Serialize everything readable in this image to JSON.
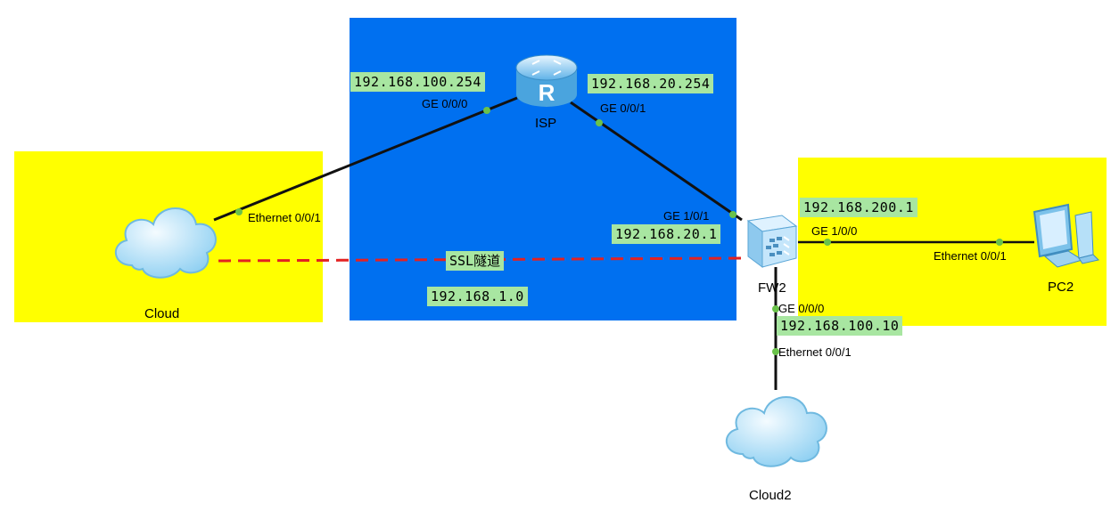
{
  "devices": {
    "isp": {
      "name": "ISP",
      "icon": "router-icon"
    },
    "fw2": {
      "name": "FW2",
      "icon": "firewall-icon"
    },
    "cloud": {
      "name": "Cloud",
      "icon": "cloud-icon"
    },
    "cloud2": {
      "name": "Cloud2",
      "icon": "cloud-icon"
    },
    "pc2": {
      "name": "PC2",
      "icon": "pc-icon"
    }
  },
  "ips": {
    "isp_left": "192.168.100.254",
    "isp_right": "192.168.20.254",
    "fw2_wan": "192.168.20.1",
    "fw2_lan": "192.168.200.1",
    "fw2_g000": "192.168.100.10",
    "tunnel_net": "192.168.1.0"
  },
  "ports": {
    "isp_g000": "GE 0/0/0",
    "isp_g001": "GE 0/0/1",
    "cloud_eth": "Ethernet 0/0/1",
    "fw2_g101": "GE 1/0/1",
    "fw2_g100": "GE 1/0/0",
    "pc2_eth": "Ethernet 0/0/1",
    "fw2_g000": "GE 0/0/0",
    "cloud2_eth": "Ethernet 0/0/1"
  },
  "tunnel": {
    "label": "SSL隧道"
  },
  "colors": {
    "zone_yellow": "#ffff00",
    "zone_blue": "#0070f0",
    "label_green": "#a8e6a1",
    "link": "#111111",
    "tunnel": "#e32222",
    "port_dot": "#6ac24a"
  }
}
